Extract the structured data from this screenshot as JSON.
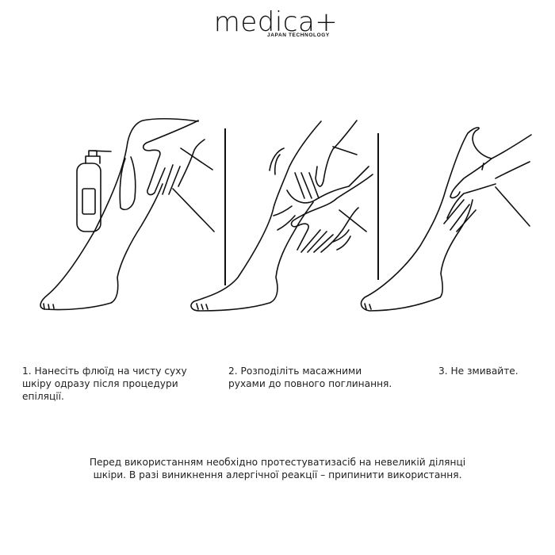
{
  "brand": {
    "name": "medica+",
    "tagline": "JAPAN TECHNOLOGY"
  },
  "illustrations": [
    {
      "name": "apply-fluid-illustration",
      "icons": [
        "leg-icon",
        "hand-icon",
        "pump-bottle-icon"
      ]
    },
    {
      "name": "massage-illustration",
      "icons": [
        "leg-icon",
        "hand-icon",
        "hand-icon",
        "motion-lines-icon"
      ]
    },
    {
      "name": "leave-on-illustration",
      "icons": [
        "leg-icon",
        "hand-icon"
      ]
    }
  ],
  "steps": [
    {
      "number": "1.",
      "text_lines": [
        "1. Нанесіть флюїд на чисту суху",
        "шкіру одразу після процедури",
        "епіляції."
      ]
    },
    {
      "number": "2.",
      "text_lines": [
        "2. Розподіліть масажними",
        "рухами до повного поглинання."
      ]
    },
    {
      "number": "3.",
      "text_lines": [
        "3. Не змивайте."
      ]
    }
  ],
  "note": {
    "line1": "Перед використанням необхідно протестуватизасіб на невеликій ділянці",
    "line2": "шкіри. В разі виникнення алергічної реакції – припинити використання."
  },
  "colors": {
    "line": "#111111",
    "text": "#222222",
    "background": "#ffffff"
  }
}
